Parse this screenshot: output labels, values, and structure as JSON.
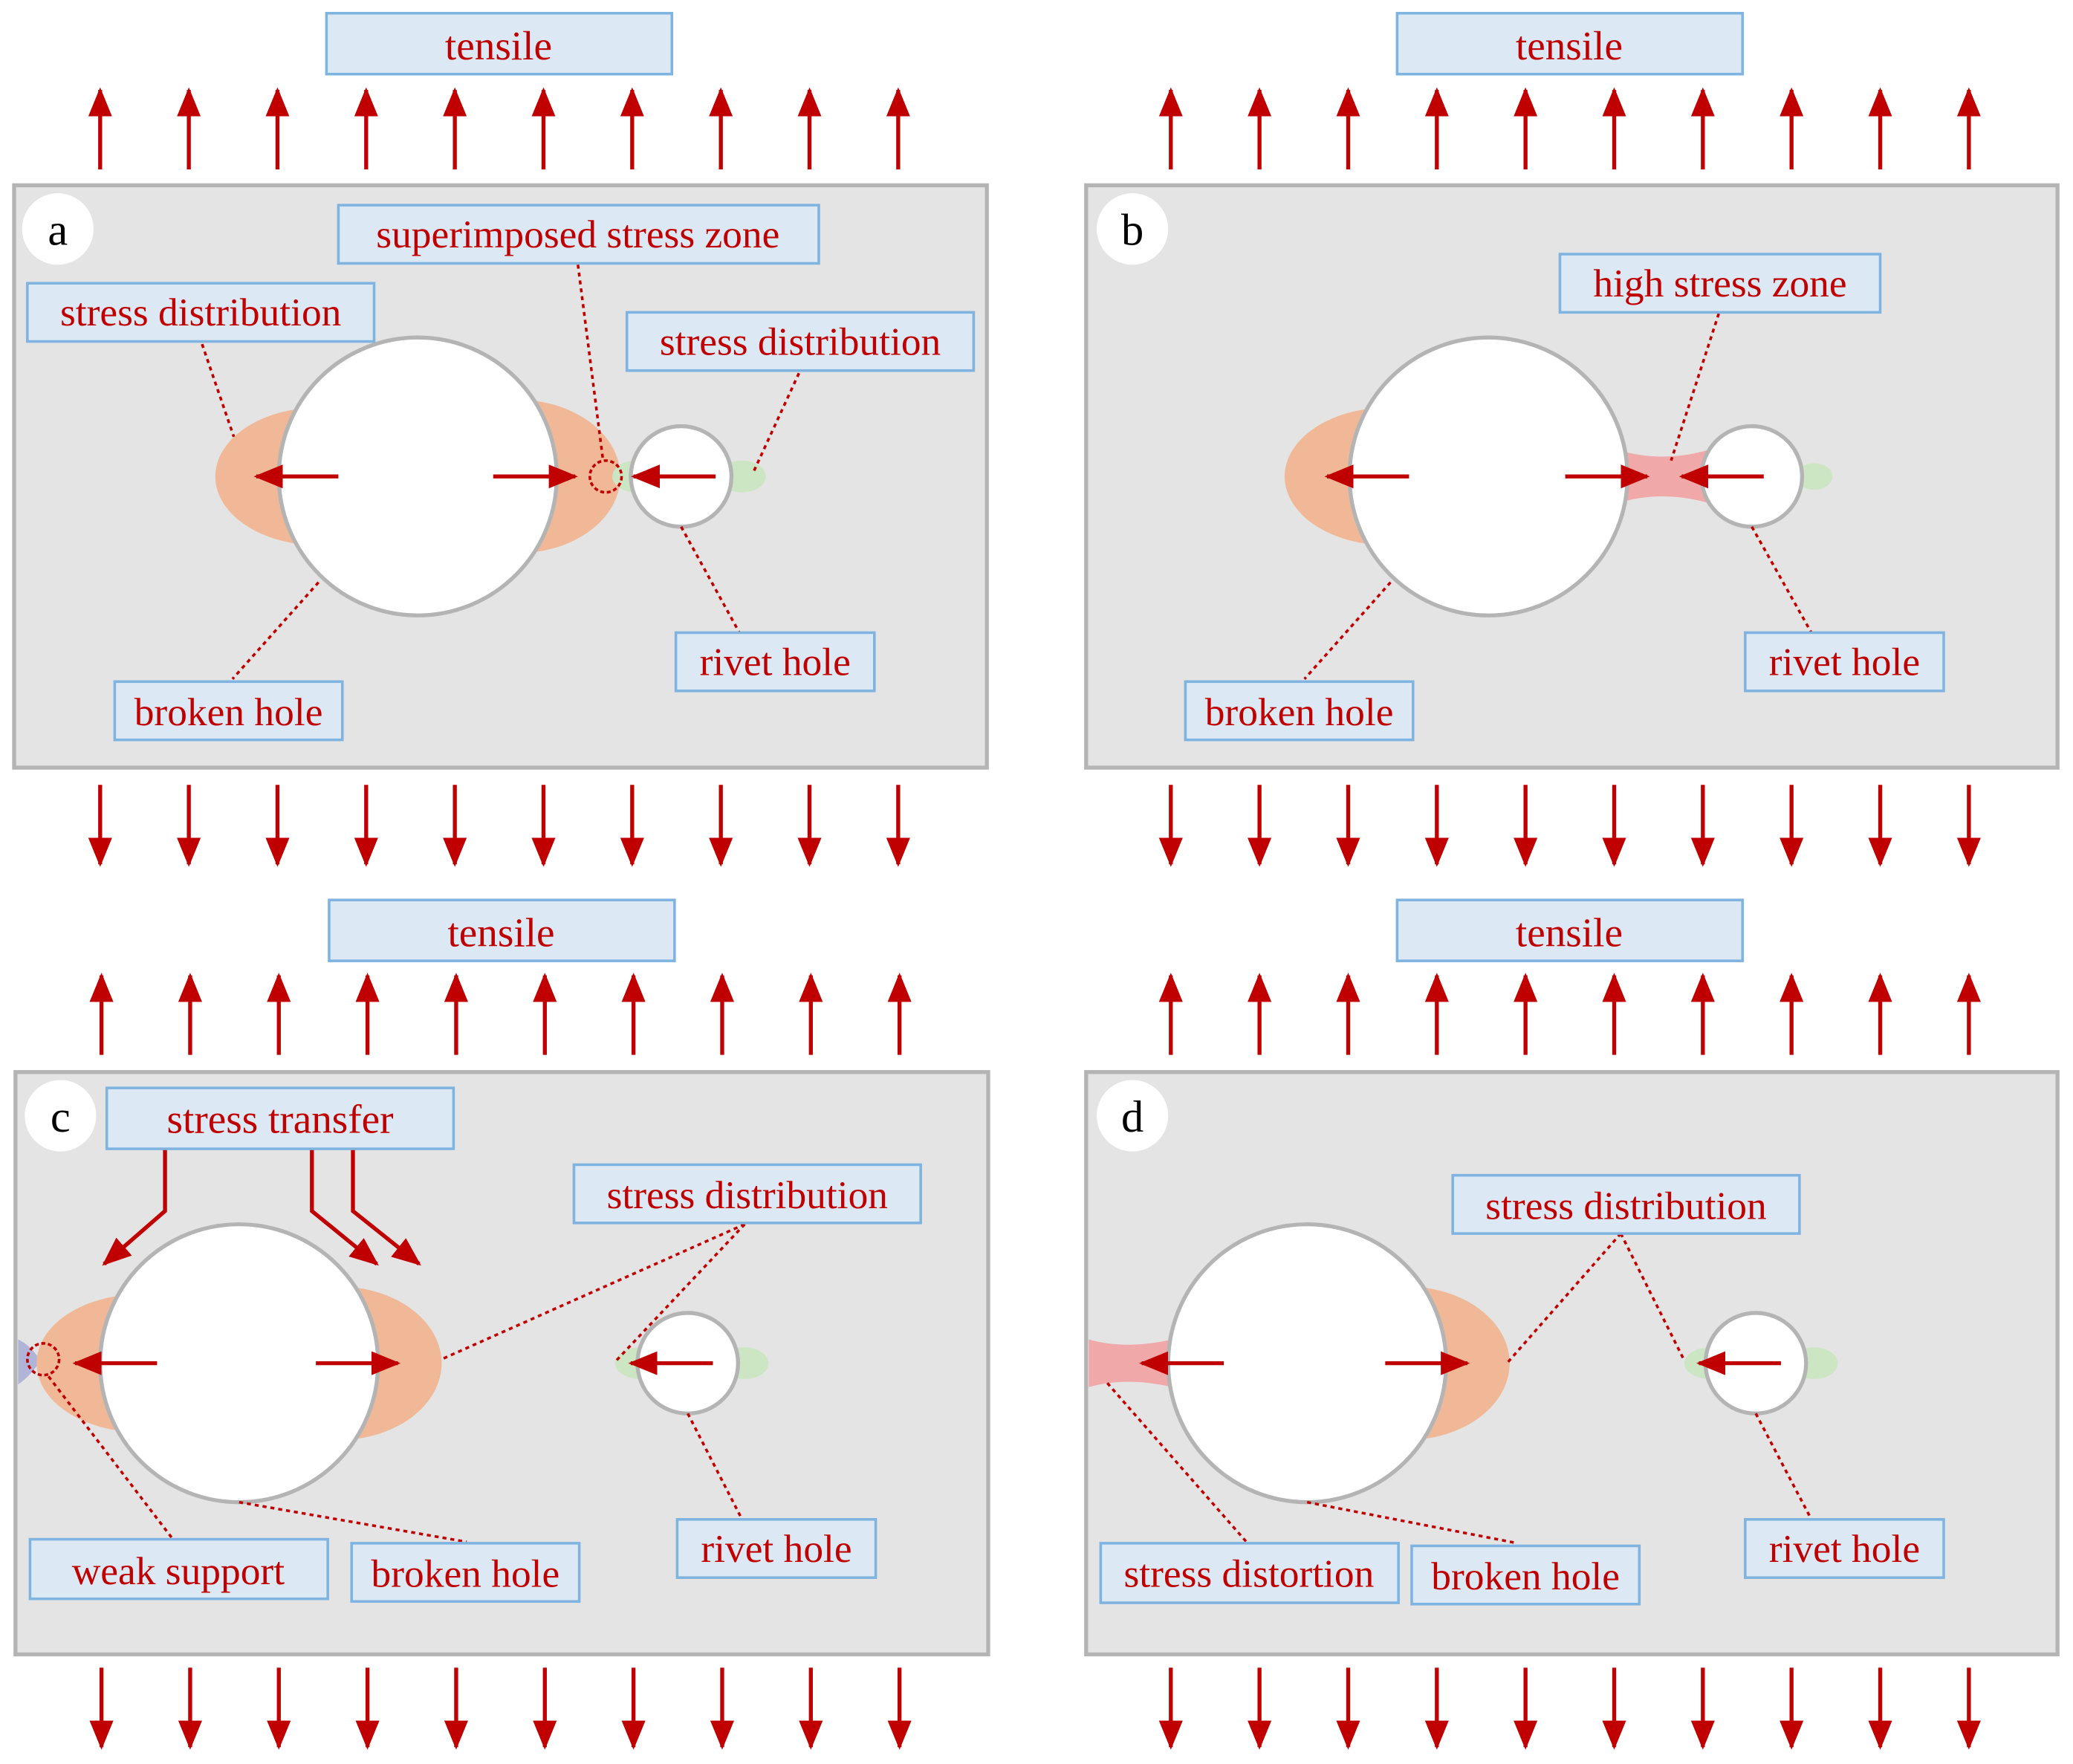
{
  "colors": {
    "arrow": "#c00000",
    "label_fill": "#dce9f5",
    "label_border": "#7fb3e0",
    "panel_fill": "#e4e4e4",
    "panel_border": "#b4b4b4",
    "stress_orange": "#f0b896",
    "stress_green": "#cce6c4",
    "stress_red": "#f0a8a8",
    "stress_blue": "#b0b4d8"
  },
  "panels": [
    {
      "letter": "a",
      "tensile": "tensile",
      "labels": [
        "superimposed stress zone",
        "stress distribution",
        "stress distribution",
        "broken hole",
        "rivet hole"
      ]
    },
    {
      "letter": "b",
      "tensile": "tensile",
      "labels": [
        "high stress zone",
        "broken hole",
        "rivet hole"
      ]
    },
    {
      "letter": "c",
      "tensile": "tensile",
      "labels": [
        "stress transfer",
        "stress distribution",
        "weak support",
        "broken hole",
        "rivet hole"
      ]
    },
    {
      "letter": "d",
      "tensile": "tensile",
      "labels": [
        "stress distribution",
        "stress distortion",
        "broken hole",
        "rivet hole"
      ]
    }
  ]
}
